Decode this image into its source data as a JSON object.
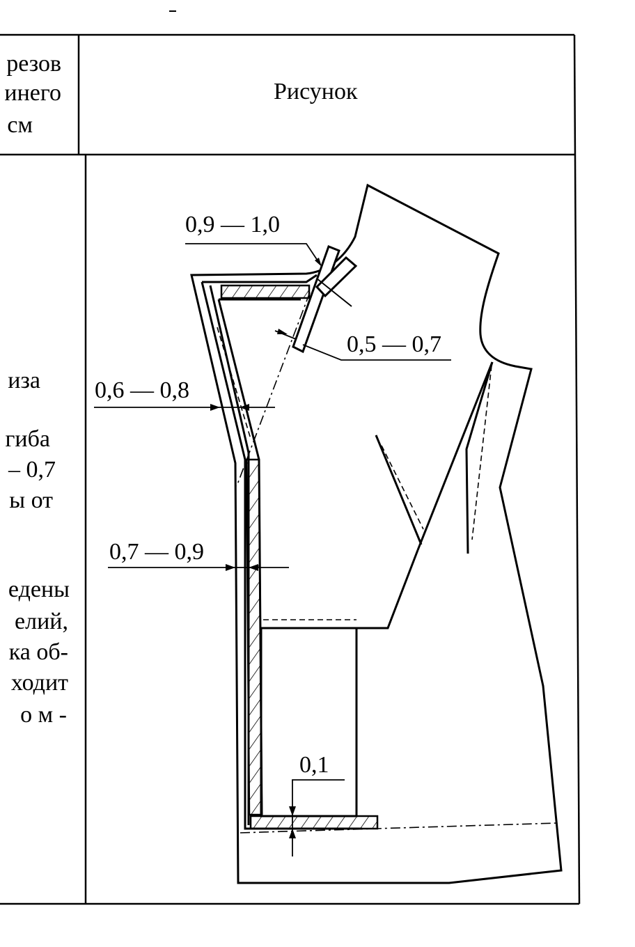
{
  "header": {
    "left_col_lines": [
      "резов",
      "инего",
      "см"
    ],
    "right_col_title": "Рисунок"
  },
  "body_left_fragments": [
    "иза",
    "гиба",
    "– 0,7",
    "ы от",
    "едены",
    "елий,",
    "ка об-",
    "ходит",
    "о м -"
  ],
  "figure": {
    "dimensions": {
      "collar_seam": "0,9 — 1,0",
      "collar_edge": "0,5 — 0,7",
      "lapel_edge": "0,6 — 0,8",
      "front_edge": "0,7 — 0,9",
      "hem": "0,1"
    }
  }
}
